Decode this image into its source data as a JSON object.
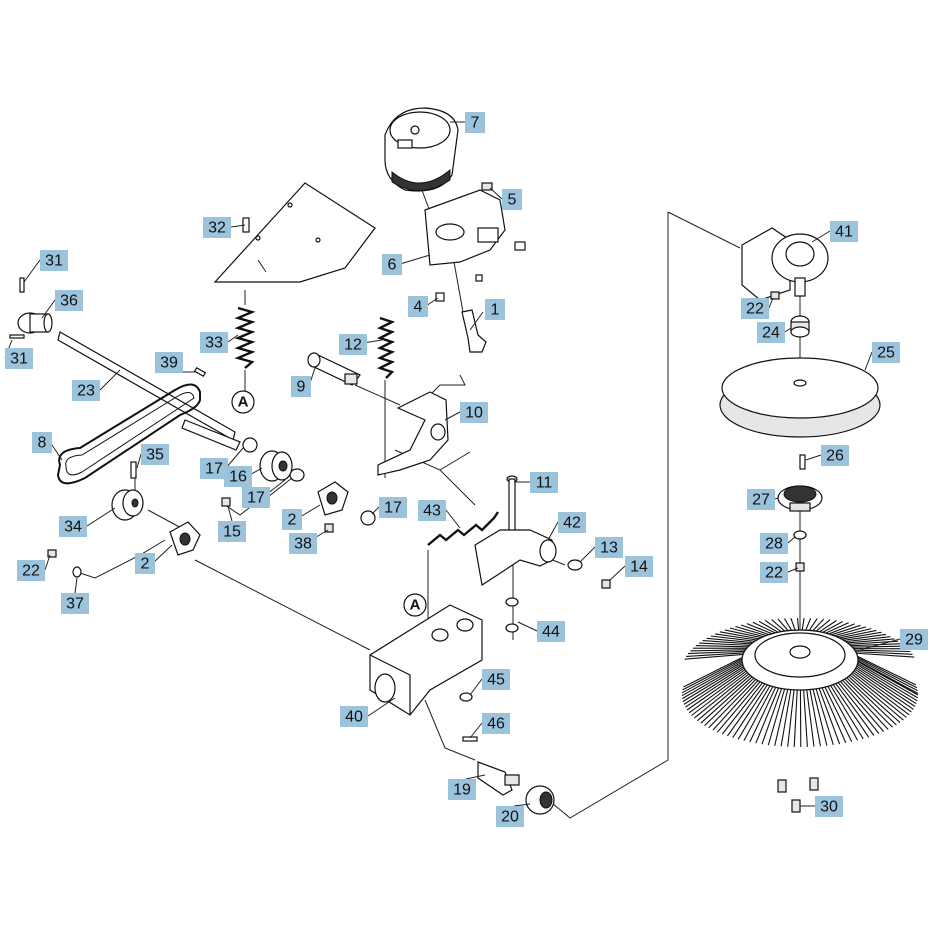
{
  "callouts": [
    {
      "id": "c1",
      "label": "1"
    },
    {
      "id": "c2a",
      "label": "2"
    },
    {
      "id": "c2b",
      "label": "2"
    },
    {
      "id": "c4",
      "label": "4"
    },
    {
      "id": "c5",
      "label": "5"
    },
    {
      "id": "c6",
      "label": "6"
    },
    {
      "id": "c7",
      "label": "7"
    },
    {
      "id": "c8",
      "label": "8"
    },
    {
      "id": "c9",
      "label": "9"
    },
    {
      "id": "c10",
      "label": "10"
    },
    {
      "id": "c11",
      "label": "11"
    },
    {
      "id": "c12",
      "label": "12"
    },
    {
      "id": "c13",
      "label": "13"
    },
    {
      "id": "c14",
      "label": "14"
    },
    {
      "id": "c15",
      "label": "15"
    },
    {
      "id": "c16",
      "label": "16"
    },
    {
      "id": "c17a",
      "label": "17"
    },
    {
      "id": "c17b",
      "label": "17"
    },
    {
      "id": "c17c",
      "label": "17"
    },
    {
      "id": "c19",
      "label": "19"
    },
    {
      "id": "c20",
      "label": "20"
    },
    {
      "id": "c22a",
      "label": "22"
    },
    {
      "id": "c22b",
      "label": "22"
    },
    {
      "id": "c22c",
      "label": "22"
    },
    {
      "id": "c23",
      "label": "23"
    },
    {
      "id": "c24",
      "label": "24"
    },
    {
      "id": "c25",
      "label": "25"
    },
    {
      "id": "c26",
      "label": "26"
    },
    {
      "id": "c27",
      "label": "27"
    },
    {
      "id": "c28",
      "label": "28"
    },
    {
      "id": "c29",
      "label": "29"
    },
    {
      "id": "c30",
      "label": "30"
    },
    {
      "id": "c31a",
      "label": "31"
    },
    {
      "id": "c31b",
      "label": "31"
    },
    {
      "id": "c32",
      "label": "32"
    },
    {
      "id": "c33",
      "label": "33"
    },
    {
      "id": "c34",
      "label": "34"
    },
    {
      "id": "c35",
      "label": "35"
    },
    {
      "id": "c36",
      "label": "36"
    },
    {
      "id": "c37",
      "label": "37"
    },
    {
      "id": "c38",
      "label": "38"
    },
    {
      "id": "c39",
      "label": "39"
    },
    {
      "id": "c40",
      "label": "40"
    },
    {
      "id": "c41",
      "label": "41"
    },
    {
      "id": "c42",
      "label": "42"
    },
    {
      "id": "c43",
      "label": "43"
    },
    {
      "id": "c44",
      "label": "44"
    },
    {
      "id": "c45",
      "label": "45"
    },
    {
      "id": "c46",
      "label": "46"
    }
  ],
  "markers": [
    {
      "id": "mA1",
      "label": "A"
    },
    {
      "id": "mA2",
      "label": "A"
    }
  ],
  "colors": {
    "callout_fill": "#9cc3dc",
    "line": "#222222"
  }
}
